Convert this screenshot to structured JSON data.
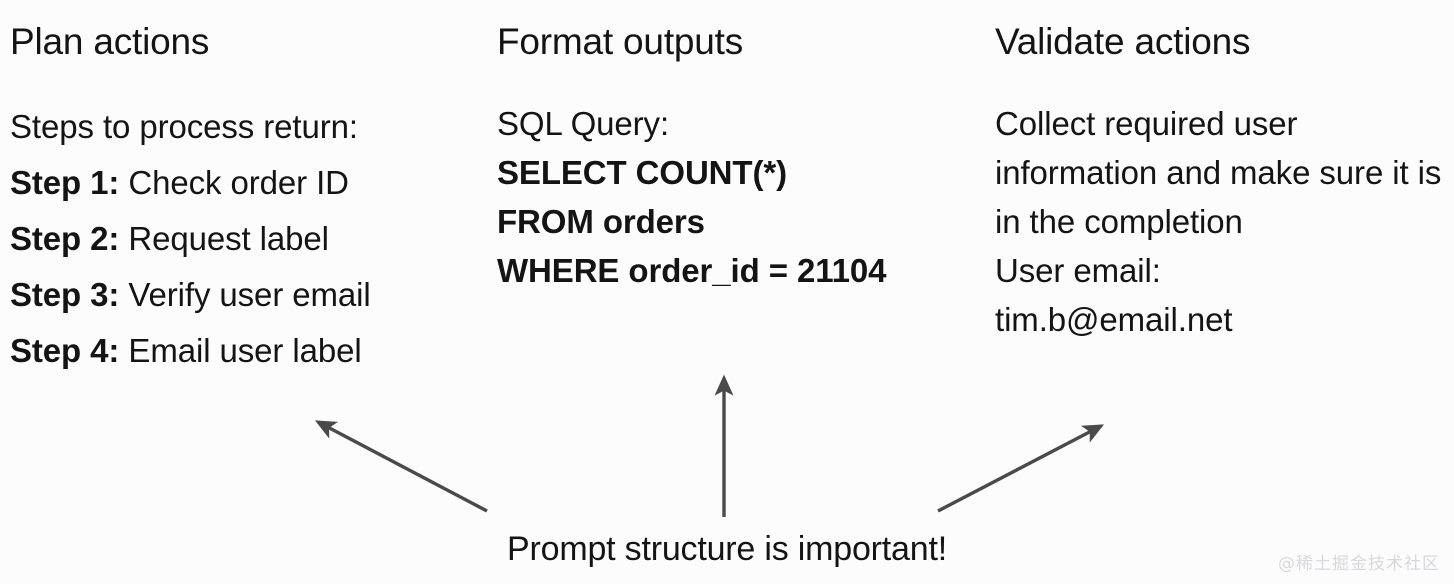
{
  "background_color": "#fcfcfc",
  "text_color": "#141414",
  "arrow_color": "#4a4a4a",
  "columns": [
    {
      "id": "plan",
      "heading": "Plan actions",
      "lines": [
        {
          "label": "",
          "text": "Steps to process return:"
        },
        {
          "label": "Step 1:",
          "text": "Check order ID"
        },
        {
          "label": "Step 2:",
          "text": "Request label"
        },
        {
          "label": "Step 3:",
          "text": "Verify user email"
        },
        {
          "label": "Step 4:",
          "text": "Email user label"
        }
      ]
    },
    {
      "id": "format",
      "heading": "Format outputs",
      "lines": [
        {
          "label": "",
          "text": "SQL Query:"
        },
        {
          "label": "SELECT COUNT(*)",
          "text": ""
        },
        {
          "label": "FROM orders",
          "text": ""
        },
        {
          "label": "WHERE order_id = 21104",
          "text": ""
        }
      ]
    },
    {
      "id": "validate",
      "heading": "Validate actions",
      "paragraph": "Collect required user information and make sure it is in the completion",
      "email_label": "User email:",
      "email_value": "tim.b@email.net"
    }
  ],
  "caption": "Prompt structure is important!",
  "watermark": "@稀土掘金技术社区"
}
